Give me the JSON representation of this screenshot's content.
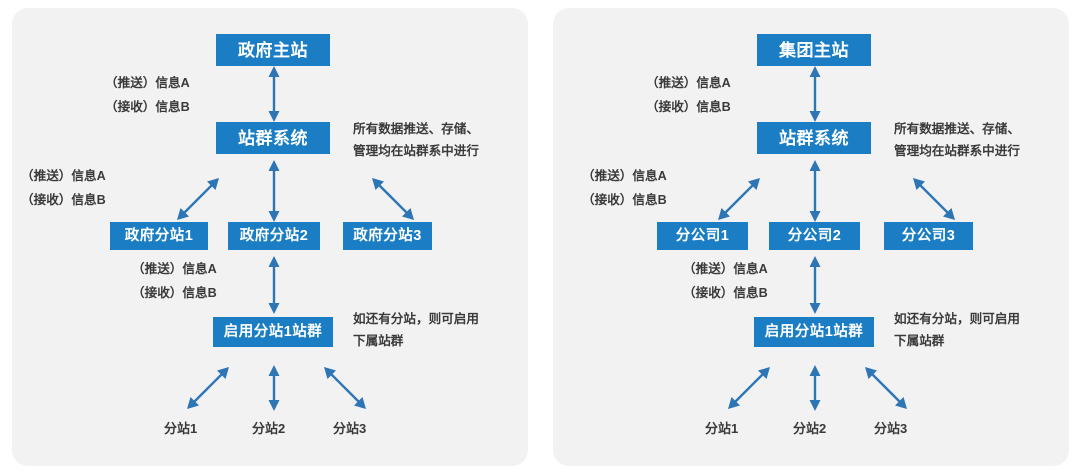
{
  "meta": {
    "accent_blue": "#1b7ec4",
    "arrow_blue": "#2e75b6",
    "panel_bg": "#f2f2f2",
    "text_color": "#3a3a3a",
    "page_bg": "#ffffff"
  },
  "common": {
    "group_system": "站群系统",
    "push_receive_line1": "（推送）信息A",
    "push_receive_line2": "（接收）信息B",
    "note_data_line1": "所有数据推送、存储、",
    "note_data_line2": "管理均在站群系中进行",
    "note_sub_line1": "如还有分站，则可启用",
    "note_sub_line2": "下属站群",
    "enable_subsite_group": "启用分站1站群",
    "leaf1": "分站1",
    "leaf2": "分站2",
    "leaf3": "分站3"
  },
  "left_panel": {
    "root": "政府主站",
    "group_system": "站群系统",
    "branches": [
      "政府分站1",
      "政府分站2",
      "政府分站3"
    ],
    "labels": {
      "top_push": "（推送）信息A",
      "top_receive": "（接收）信息B",
      "mid_push": "（推送）信息A",
      "mid_receive": "（接收）信息B",
      "low_push": "（推送）信息A",
      "low_receive": "（接收）信息B"
    },
    "notes": {
      "data_line1": "所有数据推送、存储、",
      "data_line2": "管理均在站群系中进行",
      "sub_line1": "如还有分站，则可启用",
      "sub_line2": "下属站群"
    },
    "subgroup": "启用分站1站群",
    "leaves": [
      "分站1",
      "分站2",
      "分站3"
    ]
  },
  "right_panel": {
    "root": "集团主站",
    "group_system": "站群系统",
    "branches": [
      "分公司1",
      "分公司2",
      "分公司3"
    ],
    "labels": {
      "top_push": "（推送）信息A",
      "top_receive": "（接收）信息B",
      "mid_push": "（推送）信息A",
      "mid_receive": "（接收）信息B",
      "low_push": "（推送）信息A",
      "low_receive": "（接收）信息B"
    },
    "notes": {
      "data_line1": "所有数据推送、存储、",
      "data_line2": "管理均在站群系中进行",
      "sub_line1": "如还有分站，则可启用",
      "sub_line2": "下属站群"
    },
    "subgroup": "启用分站1站群",
    "leaves": [
      "分站1",
      "分站2",
      "分站3"
    ]
  }
}
